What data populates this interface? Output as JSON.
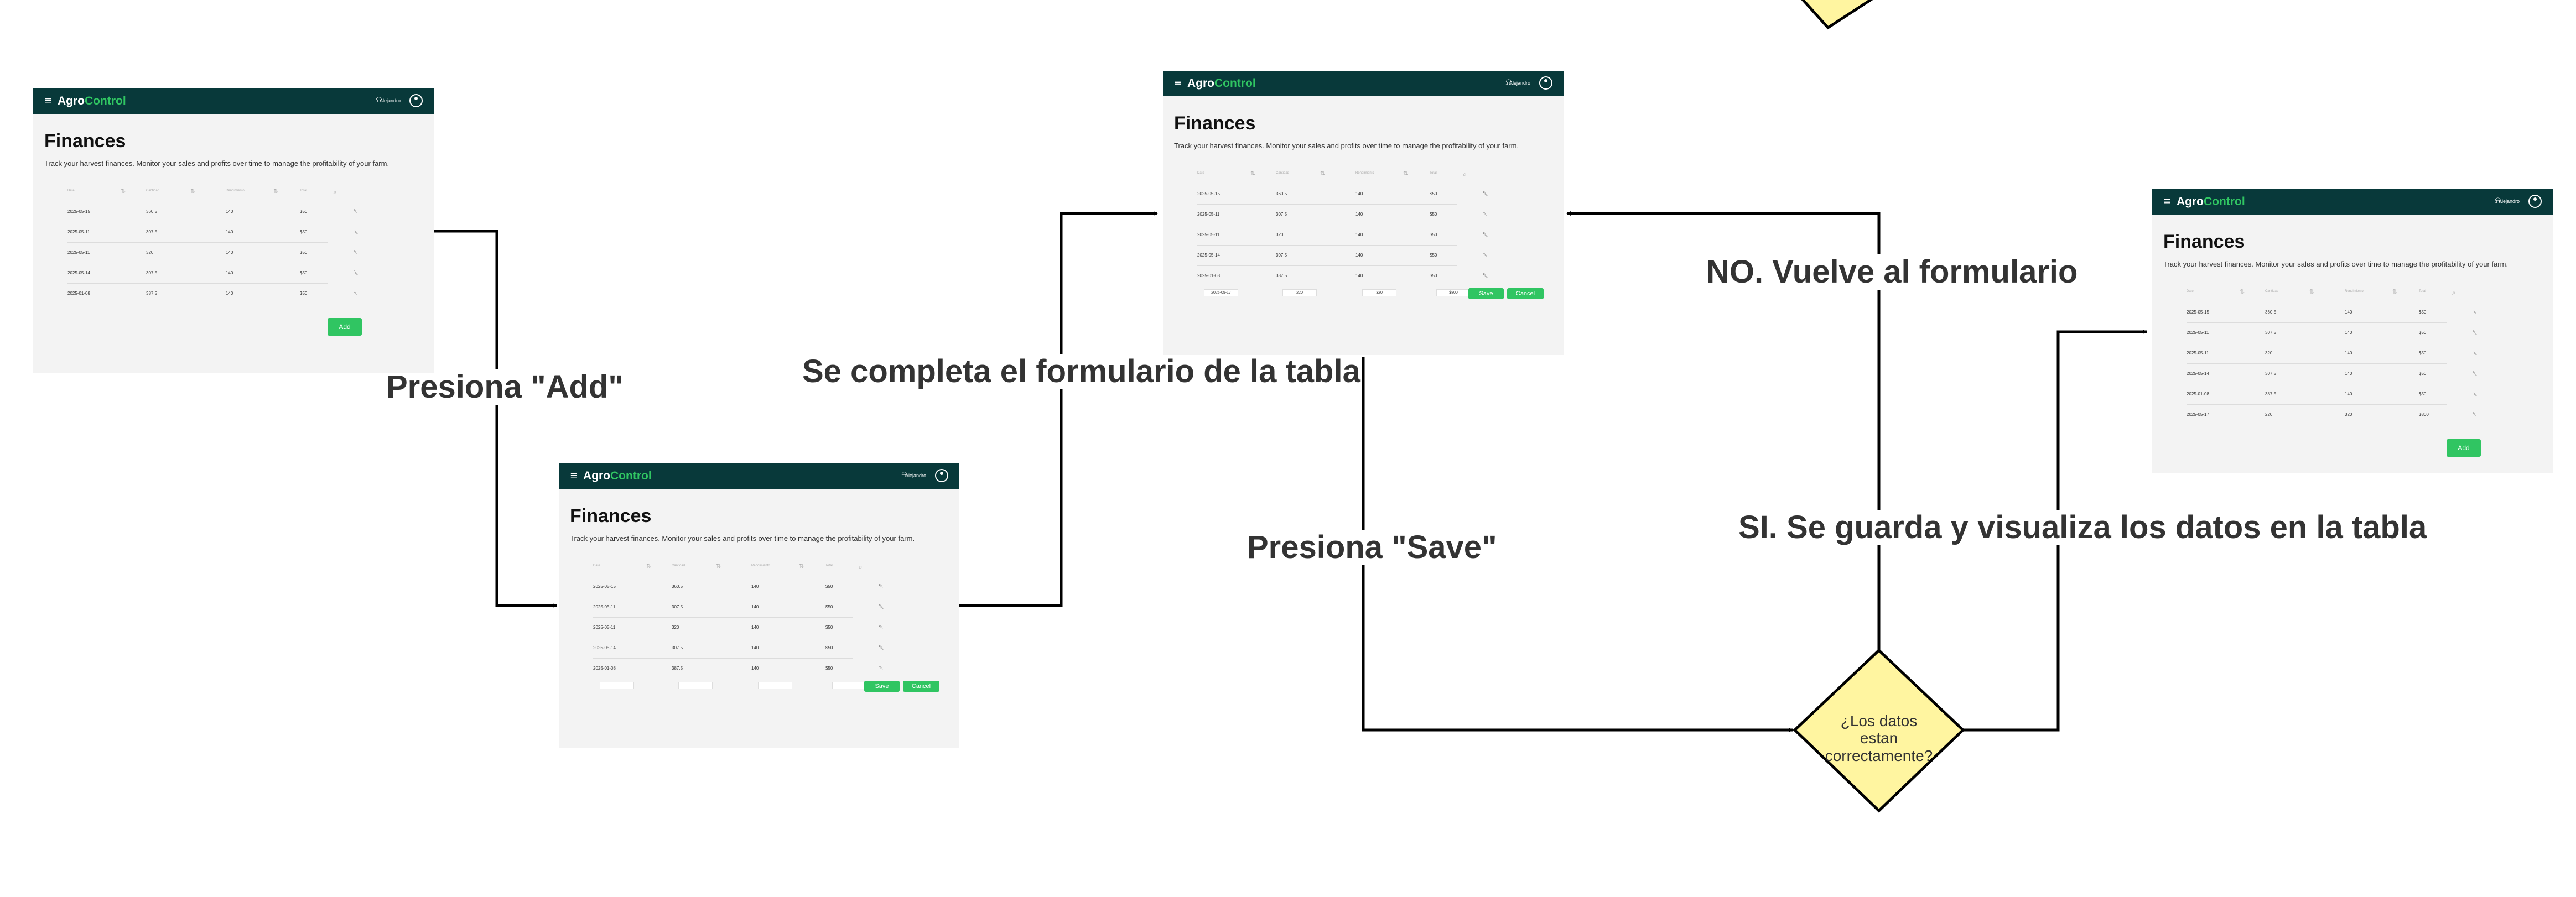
{
  "colors": {
    "nav_bg": "#08393a",
    "accent_green": "#30c562",
    "panel_bg": "#f3f3f3",
    "diamond_fill": "#fff5a0",
    "edge": "#000000",
    "label_text": "#333333"
  },
  "screens": [
    {
      "id": "initial",
      "app": {
        "brand_part1": "Agro",
        "brand_part2": "Control",
        "user": "Alejandro"
      },
      "page_title": "Finances",
      "description": "Track your harvest finances. Monitor your sales and profits over time to manage the profitability of your farm.",
      "columns": [
        "Date",
        "Cantidad",
        "Rendimiento",
        "Total"
      ],
      "rows": [
        [
          "2025-05-15",
          "360.5",
          "140",
          "$50"
        ],
        [
          "2025-05-11",
          "307.5",
          "140",
          "$50"
        ],
        [
          "2025-05-11",
          "320",
          "140",
          "$50"
        ],
        [
          "2025-05-14",
          "307.5",
          "140",
          "$50"
        ],
        [
          "2025-01-08",
          "387.5",
          "140",
          "$50"
        ]
      ],
      "new_row": [],
      "buttons": {
        "add": "Add"
      }
    },
    {
      "id": "form",
      "app": {
        "brand_part1": "Agro",
        "brand_part2": "Control",
        "user": "Alejandro"
      },
      "page_title": "Finances",
      "description": "Track your harvest finances. Monitor your sales and profits over time to manage the profitability of your farm.",
      "columns": [
        "Date",
        "Cantidad",
        "Rendimiento",
        "Total"
      ],
      "rows": [
        [
          "2025-05-15",
          "360.5",
          "140",
          "$50"
        ],
        [
          "2025-05-11",
          "307.5",
          "140",
          "$50"
        ],
        [
          "2025-05-11",
          "320",
          "140",
          "$50"
        ],
        [
          "2025-05-14",
          "307.5",
          "140",
          "$50"
        ],
        [
          "2025-01-08",
          "387.5",
          "140",
          "$50"
        ]
      ],
      "new_row": [
        "",
        "",
        "",
        ""
      ],
      "buttons": {
        "save": "Save",
        "cancel": "Cancel"
      }
    },
    {
      "id": "filled",
      "app": {
        "brand_part1": "Agro",
        "brand_part2": "Control",
        "user": "Alejandro"
      },
      "page_title": "Finances",
      "description": "Track your harvest finances. Monitor your sales and profits over time to manage the profitability of your farm.",
      "columns": [
        "Date",
        "Cantidad",
        "Rendimiento",
        "Total"
      ],
      "rows": [
        [
          "2025-05-15",
          "360.5",
          "140",
          "$50"
        ],
        [
          "2025-05-11",
          "307.5",
          "140",
          "$50"
        ],
        [
          "2025-05-11",
          "320",
          "140",
          "$50"
        ],
        [
          "2025-05-14",
          "307.5",
          "140",
          "$50"
        ],
        [
          "2025-01-08",
          "387.5",
          "140",
          "$50"
        ]
      ],
      "new_row": [
        "2025-05-17",
        "220",
        "320",
        "$800"
      ],
      "buttons": {
        "save": "Save",
        "cancel": "Cancel"
      }
    },
    {
      "id": "saved",
      "app": {
        "brand_part1": "Agro",
        "brand_part2": "Control",
        "user": "Alejandro"
      },
      "page_title": "Finances",
      "description": "Track your harvest finances. Monitor your sales and profits over time to manage the profitability of your farm.",
      "columns": [
        "Date",
        "Cantidad",
        "Rendimiento",
        "Total"
      ],
      "rows": [
        [
          "2025-05-15",
          "360.5",
          "140",
          "$50"
        ],
        [
          "2025-05-11",
          "307.5",
          "140",
          "$50"
        ],
        [
          "2025-05-11",
          "320",
          "140",
          "$50"
        ],
        [
          "2025-05-14",
          "307.5",
          "140",
          "$50"
        ],
        [
          "2025-01-08",
          "387.5",
          "140",
          "$50"
        ],
        [
          "2025-05-17",
          "220",
          "320",
          "$800"
        ]
      ],
      "new_row": [],
      "buttons": {
        "add": "Add"
      }
    }
  ],
  "flow": {
    "labels": {
      "press_add": "Presiona \"Add\"",
      "complete_form": "Se completa el formulario de la tabla",
      "press_save": "Presiona \"Save\"",
      "no_back": "NO. Vuelve al formulario",
      "yes_saved": "SI. Se guarda y visualiza los datos en la tabla"
    },
    "decision": "¿Los datos estan correctamente?"
  }
}
